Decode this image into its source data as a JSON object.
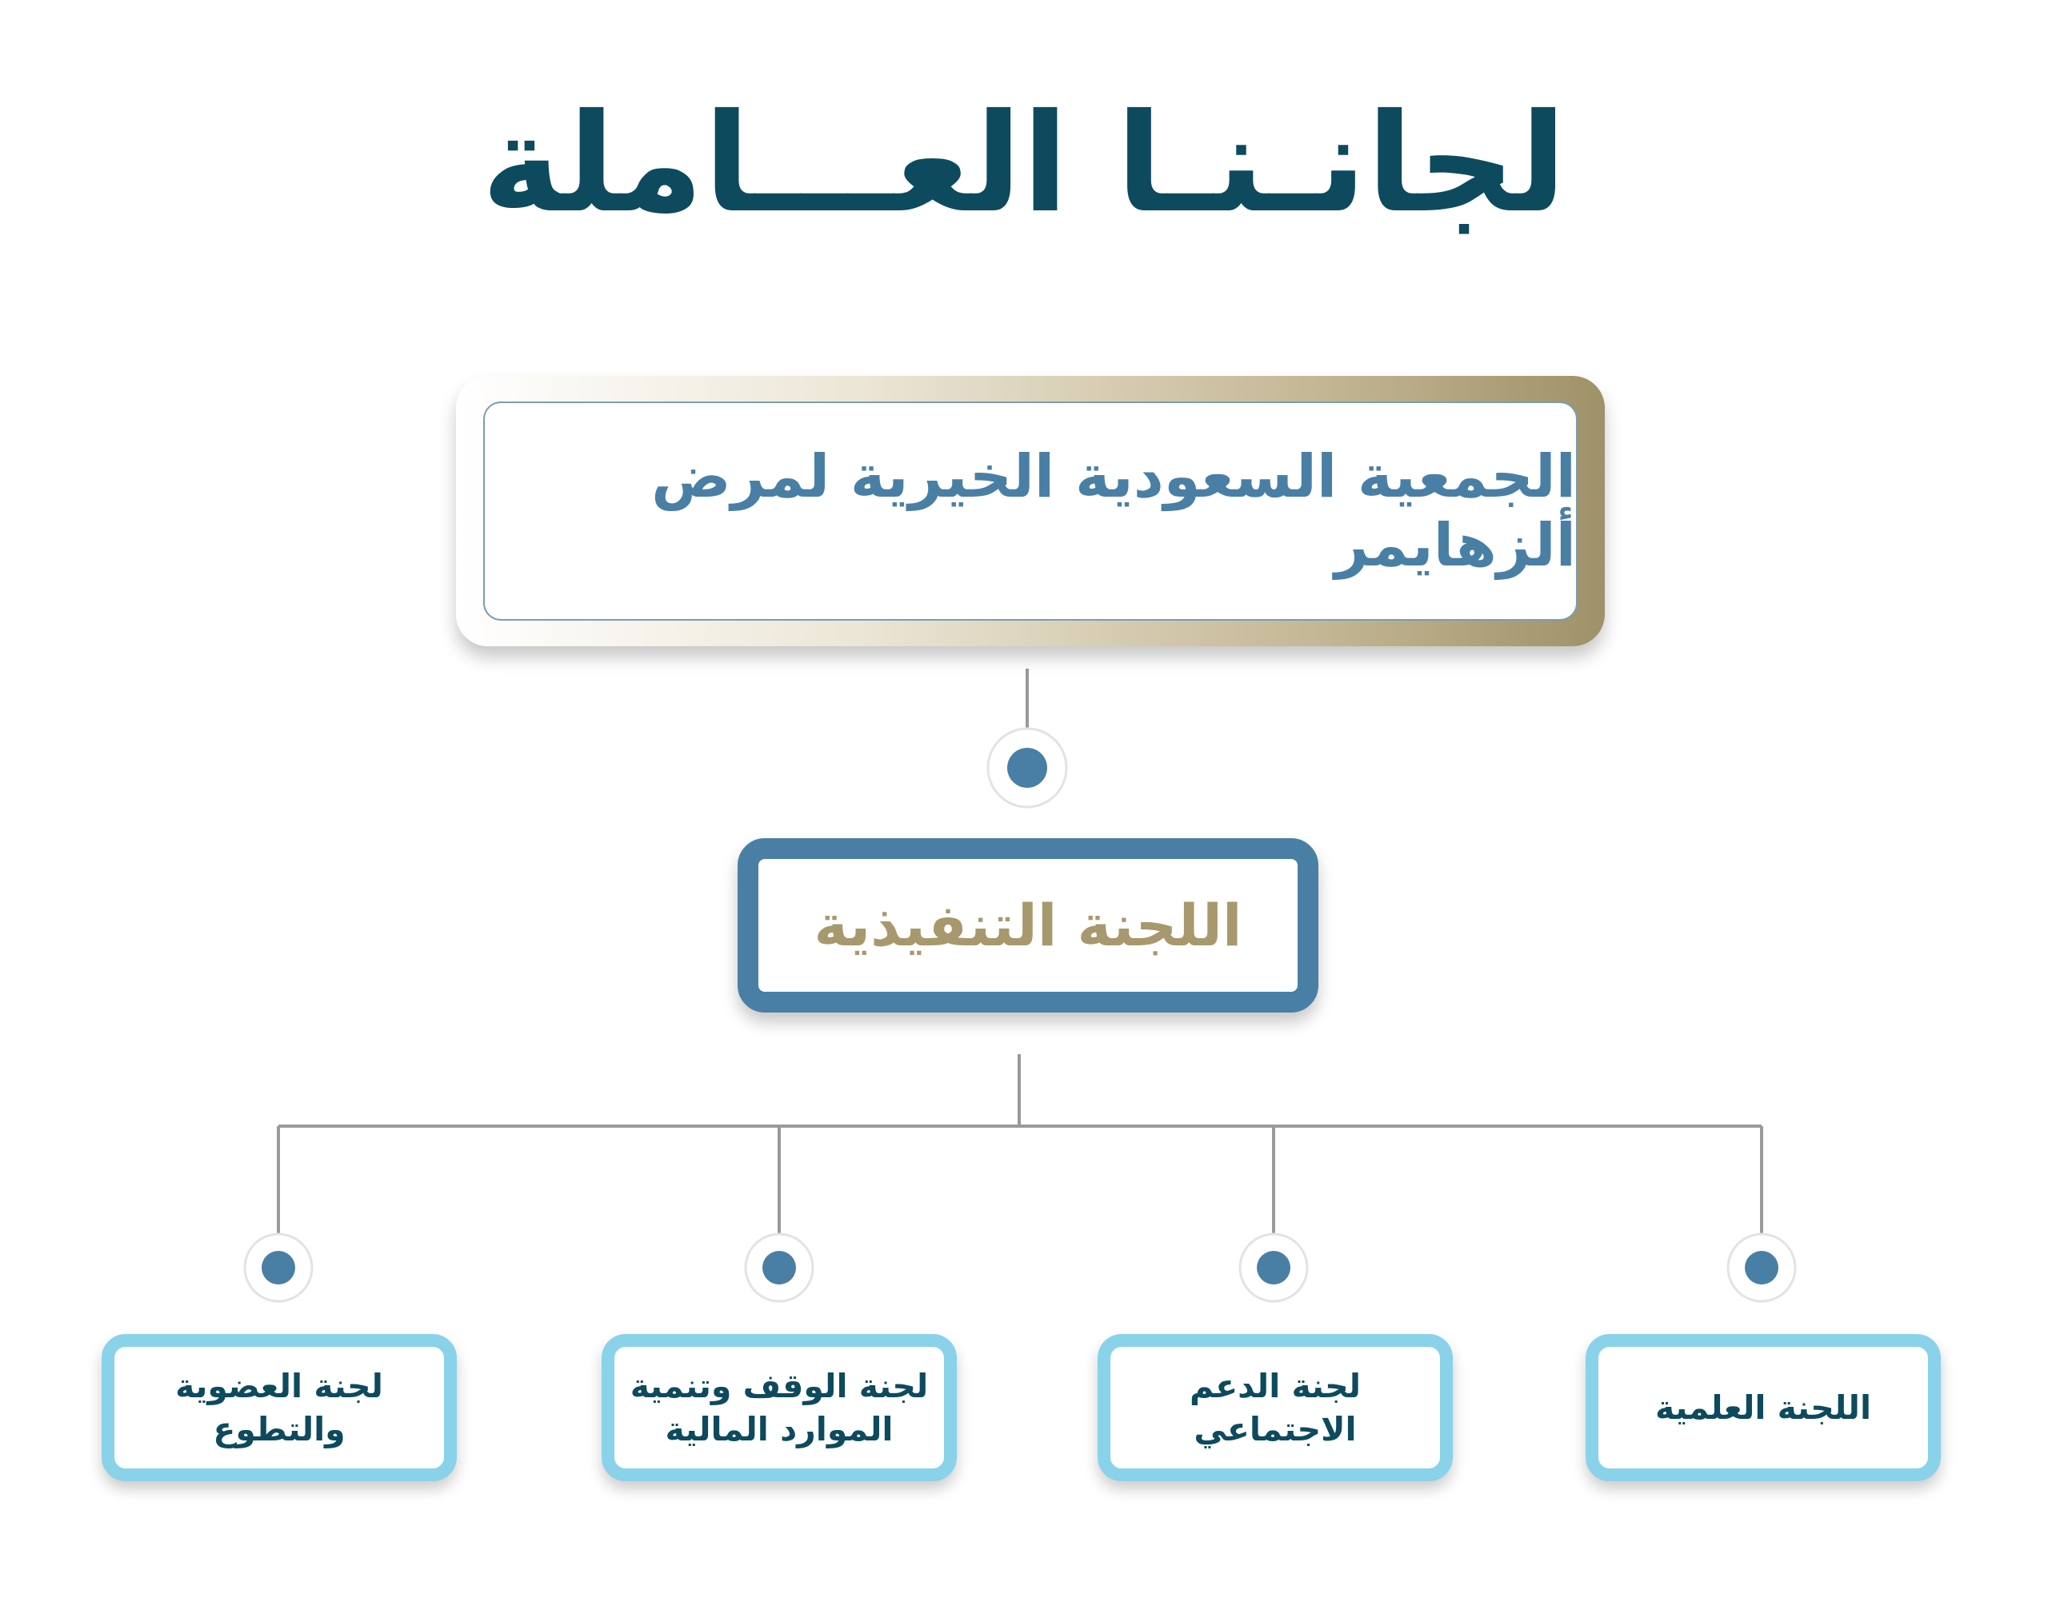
{
  "title": "لجانـنـا العـــاملة",
  "root": {
    "label": "الجمعية السعودية الخيرية لمرض ألزهايمر"
  },
  "executive": {
    "label": "اللجنة التنفيذية"
  },
  "committees": [
    {
      "label": "لجنة العضوية\nوالتطوع"
    },
    {
      "label": "لجنة الوقف وتنمية\nالموارد المالية"
    },
    {
      "label": "لجنة الدعم\nالاجتماعي"
    },
    {
      "label": "اللجنة العلمية"
    }
  ],
  "colors": {
    "title": "#0d4a5e",
    "accent_blue": "#4a7fa5",
    "gold": "#a8986d",
    "light_blue": "#89d2ea",
    "connector": "#9a9a9a"
  }
}
